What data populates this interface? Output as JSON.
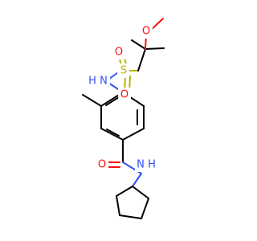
{
  "molecule": {
    "atoms": {
      "methoxy_o": "O",
      "sulfonyl_s": "S",
      "sulfonyl_o_left": "O",
      "sulfonyl_o_bottom": "O",
      "sulfonamide_n": "N",
      "sulfonamide_h": "H",
      "amide_o": "O",
      "amide_n": "N",
      "amide_h": "H"
    },
    "colors": {
      "carbon_bond": "#000000",
      "oxygen": "#ff0d0d",
      "nitrogen": "#3050f8",
      "sulfur": "#b8b800",
      "background": "#ffffff"
    }
  }
}
